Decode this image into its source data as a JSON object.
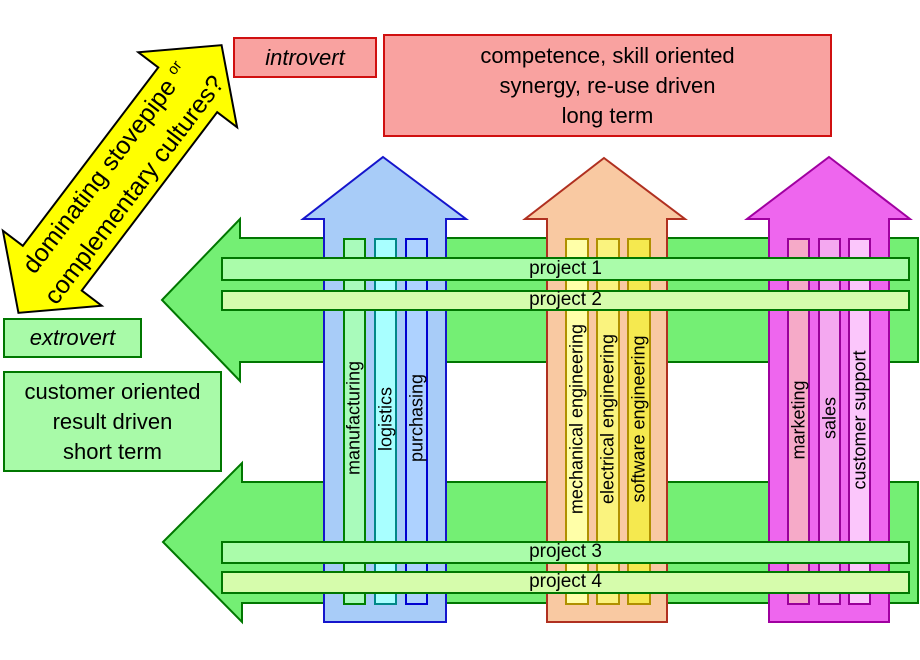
{
  "diagram_title_arrow": {
    "text_main": "dominating stovepipe",
    "text_small": "or",
    "text_line2": "complementary cultures?"
  },
  "introvert_culture": {
    "label": "introvert",
    "traits": [
      "competence, skill oriented",
      "synergy, re-use driven",
      "long term"
    ]
  },
  "extrovert_culture": {
    "label": "extrovert",
    "traits": [
      "customer oriented",
      "result driven",
      "short term"
    ]
  },
  "pillars": [
    {
      "name": "blue-pillar",
      "units": [
        "manufacturing",
        "logistics",
        "purchasing"
      ]
    },
    {
      "name": "orange-pillar",
      "units": [
        "mechanical engineering",
        "electrical engineering",
        "software engineering"
      ]
    },
    {
      "name": "magenta-pillar",
      "units": [
        "marketing",
        "sales",
        "customer support"
      ]
    }
  ],
  "projects": [
    "project 1",
    "project 2",
    "project 3",
    "project 4"
  ],
  "colors": {
    "yellow_arrow_fill": "#FFFF00",
    "yellow_arrow_border": "#000000",
    "introvert_fill": "#F9A2A0",
    "introvert_border": "#D01010",
    "extrovert_fill": "#A8FAA8",
    "extrovert_border": "#007700",
    "green_arrow_fill": "#74EF74",
    "green_arrow_border": "#007700",
    "project_strip_odd": "#AAFCAA",
    "project_strip_even": "#D6FCAC",
    "blue_pillar_fill": "#A8CCF8",
    "blue_pillar_border": "#1515CC",
    "blue_bar_fills": [
      "#A9FBBB",
      "#A8FFFF",
      "#AED2FF"
    ],
    "orange_pillar_fill": "#F9C9A2",
    "orange_pillar_border": "#B03020",
    "orange_bar_fills": [
      "#FFFFA8",
      "#FAF37E",
      "#F5E94F"
    ],
    "magenta_pillar_fill": "#EE66EE",
    "magenta_pillar_border": "#A000A0",
    "magenta_bar_fills": [
      "#F6AAC8",
      "#F4A8F0",
      "#FBC6FB"
    ]
  }
}
